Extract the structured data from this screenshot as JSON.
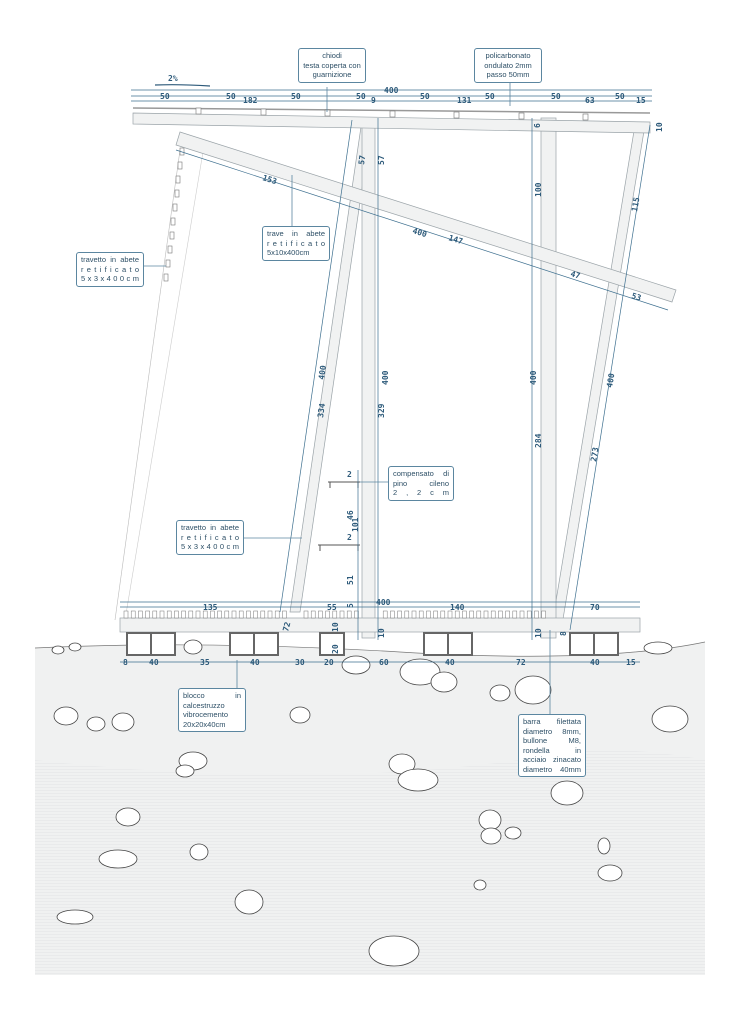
{
  "slope": "2%",
  "callouts": {
    "nails": [
      "chiodi",
      "testa coperta con",
      "guarnizione"
    ],
    "polycarbonate": [
      "policarbonato",
      "ondulato 2mm",
      "passo 50mm"
    ],
    "beam": [
      "trave in abete",
      "r e t i f i c a t o",
      "5x10x400cm"
    ],
    "joist_left": [
      "travetto in abete",
      "r e t i f i c a t o",
      "5 x 3 x 4 0 0 c m"
    ],
    "joist_lower": [
      "travetto in abete",
      "r e t i f i c a t o",
      "5 x 3 x 4 0 0 c m"
    ],
    "plywood": [
      "compensato di",
      "pino cileno",
      "2 , 2 c m"
    ],
    "block": [
      "blocco in",
      "calcestruzzo",
      "vibrocemento",
      "20x20x40cm"
    ],
    "bar": [
      "barra filettata",
      "diametro 8mm,",
      "bullone M8,",
      "rondella in",
      "acciaio zinacato",
      "diametro 40mm"
    ]
  },
  "top_dims": {
    "total": "400",
    "spacing": [
      "50",
      "50",
      "50",
      "50",
      "50",
      "50",
      "50",
      "50"
    ],
    "segments": [
      "182",
      "9",
      "131",
      "63",
      "15"
    ]
  },
  "beam_dims": [
    "153",
    "400",
    "147",
    "47",
    "53"
  ],
  "vertical_dims": [
    "57",
    "57",
    "100",
    "115",
    "400",
    "334",
    "400",
    "329",
    "400",
    "284",
    "400",
    "273",
    "2",
    "46",
    "101",
    "2",
    "51",
    "5",
    "6",
    "10"
  ],
  "bottom_dims": {
    "total": "400",
    "upper": [
      "135",
      "55",
      "140",
      "70"
    ],
    "small": [
      "72",
      "10",
      "10",
      "20",
      "10",
      "8"
    ],
    "lower": [
      "8",
      "40",
      "35",
      "40",
      "30",
      "20",
      "60",
      "40",
      "72",
      "40",
      "15"
    ]
  }
}
